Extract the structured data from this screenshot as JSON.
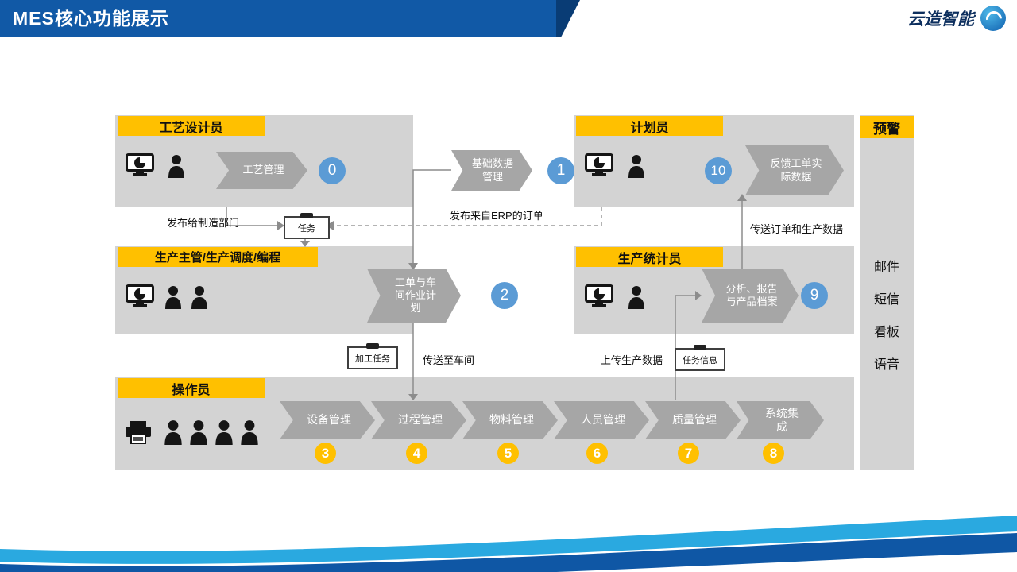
{
  "header": {
    "title": "MES核心功能展示",
    "brand": "云造智能"
  },
  "panels": {
    "process_designer": {
      "title": "工艺设计员",
      "flow": "工艺管理",
      "step": "0"
    },
    "base_data": {
      "flow": "基础数据管理",
      "step": "1"
    },
    "planner": {
      "title": "计划员",
      "flow": "反馈工单实际数据",
      "step": "10"
    },
    "supervisor": {
      "title": "生产主管/生产调度/编程",
      "flow": "工单与车间作业计划",
      "step": "2"
    },
    "statistician": {
      "title": "生产统计员",
      "flow": "分析、报告与产品档案",
      "step": "9"
    },
    "operator": {
      "title": "操作员",
      "modules": [
        {
          "label": "设备管理",
          "step": "3"
        },
        {
          "label": "过程管理",
          "step": "4"
        },
        {
          "label": "物料管理",
          "step": "5"
        },
        {
          "label": "人员管理",
          "step": "6"
        },
        {
          "label": "质量管理",
          "step": "7"
        },
        {
          "label": "系统集成",
          "step": "8"
        }
      ]
    },
    "alert": {
      "title": "预警",
      "channels": [
        "邮件",
        "短信",
        "看板",
        "语音"
      ]
    }
  },
  "connectors": {
    "publish_to_manufacturing": "发布给制造部门",
    "task_box": "任务",
    "erp_orders": "发布来自ERP的订单",
    "send_orders_and_production_data": "传送订单和生产数据",
    "process_task_box": "加工任务",
    "send_to_workshop": "传送至车间",
    "upload_production_data": "上传生产数据",
    "task_info_box": "任务信息"
  },
  "colors": {
    "accent_blue": "#1159a6",
    "badge_blue": "#5b9bd5",
    "accent_yellow": "#ffc000"
  }
}
